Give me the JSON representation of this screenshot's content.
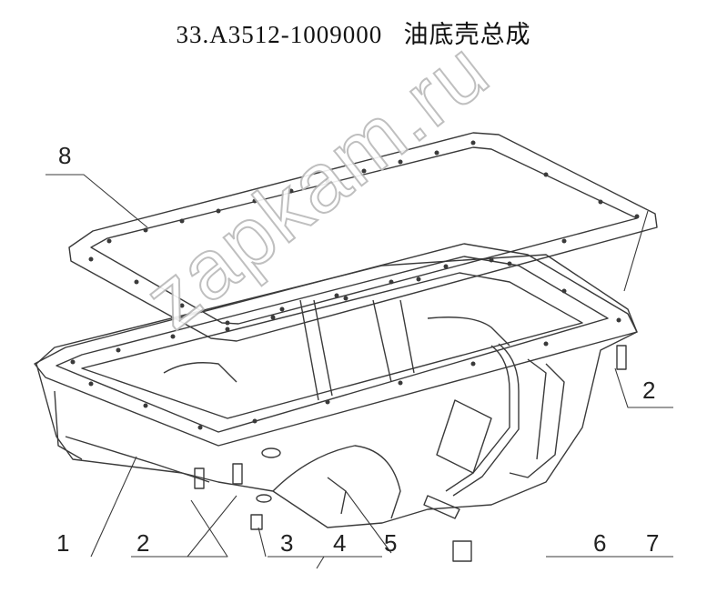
{
  "title": "33.A3512-1009000   油底壳总成",
  "watermark": "zapkam.ru",
  "callouts": [
    {
      "id": "1",
      "label": "1"
    },
    {
      "id": "2a",
      "label": "2"
    },
    {
      "id": "2b",
      "label": "2"
    },
    {
      "id": "3",
      "label": "3"
    },
    {
      "id": "4",
      "label": "4"
    },
    {
      "id": "5",
      "label": "5"
    },
    {
      "id": "6",
      "label": "6"
    },
    {
      "id": "7",
      "label": "7"
    },
    {
      "id": "8",
      "label": "8"
    }
  ]
}
